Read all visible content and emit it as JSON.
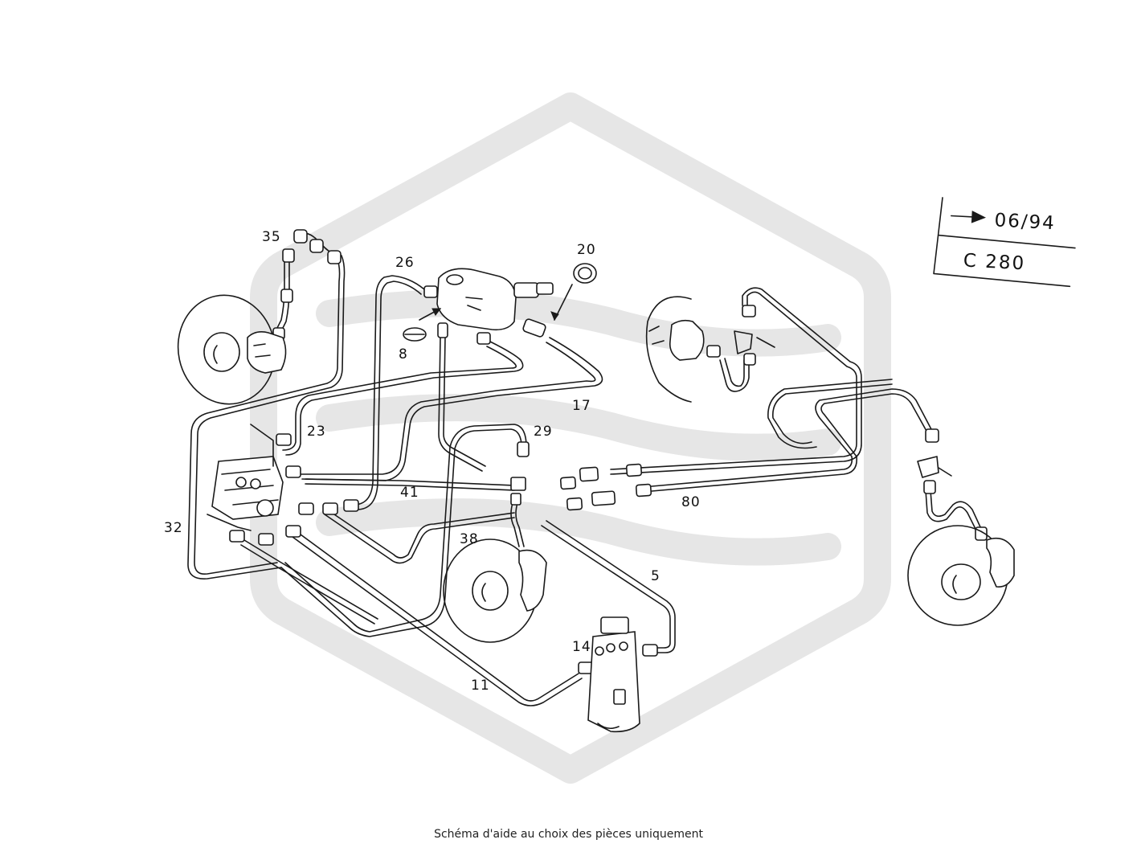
{
  "diagram": {
    "stamp": {
      "date": "06/94",
      "model": "C 280"
    },
    "callouts": [
      "35",
      "26",
      "20",
      "8",
      "17",
      "23",
      "29",
      "41",
      "80",
      "32",
      "38",
      "5",
      "14",
      "11"
    ]
  },
  "caption": "Schéma d'aide au choix des pièces uniquement"
}
